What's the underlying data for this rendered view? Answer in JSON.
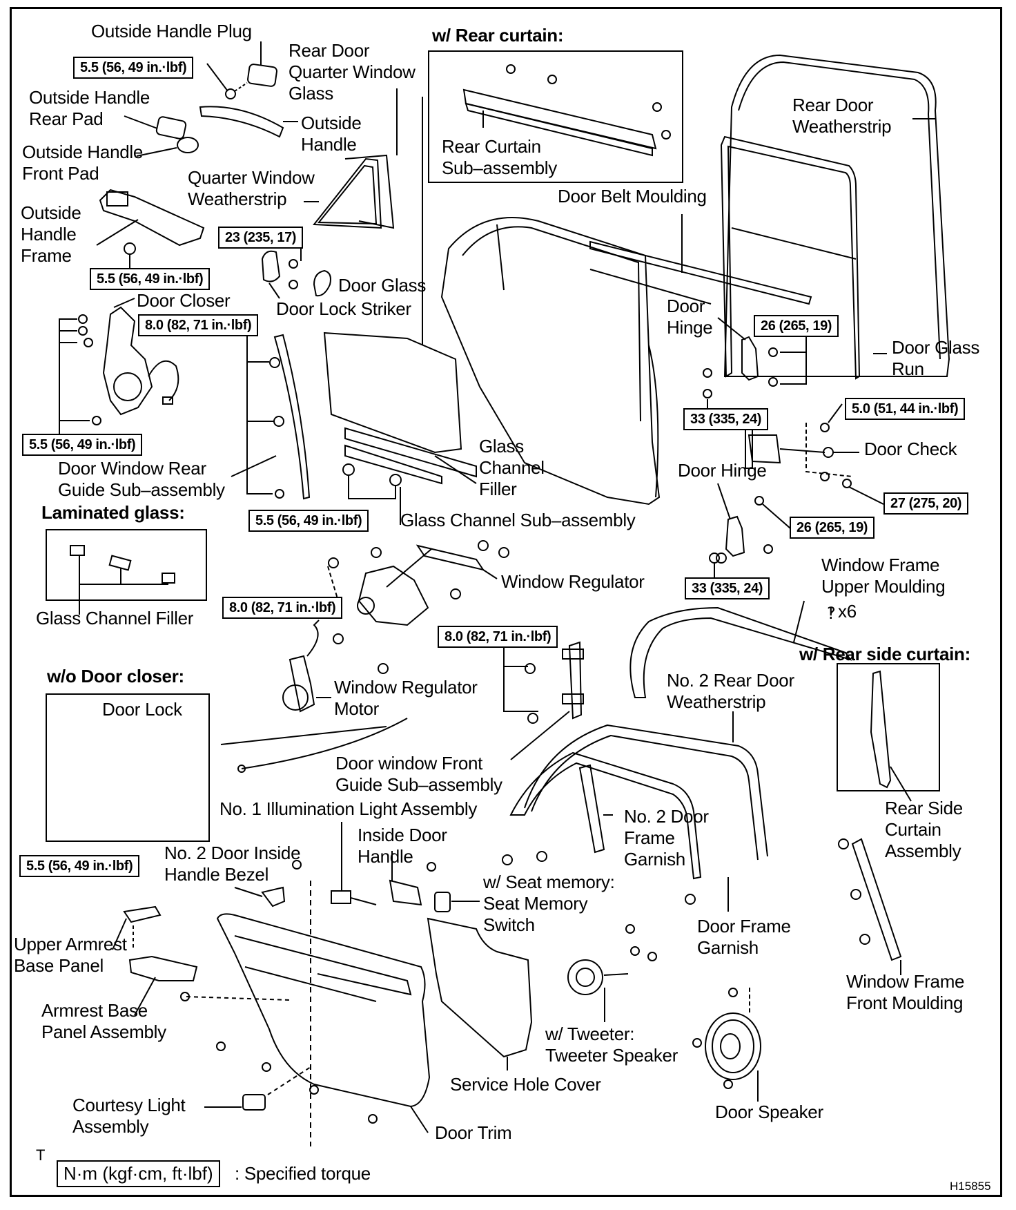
{
  "diagram": {
    "title": "Rear Door Components (Exploded View)",
    "figure_id": "H15855",
    "legend": {
      "marker": "T",
      "unit_label": "N·m (kgf·cm, ft·lbf)",
      "description": ": Specified torque"
    },
    "insets": {
      "rear_curtain": {
        "header": "w/ Rear curtain:",
        "part": "Rear Curtain\nSub–assembly"
      },
      "laminated_glass": {
        "header": "Laminated glass:",
        "part": "Glass Channel Filler"
      },
      "without_door_closer": {
        "header": "w/o Door closer:",
        "part": "Door Lock"
      },
      "rear_side_curtain": {
        "header": "w/ Rear side curtain:",
        "part": "Rear Side\nCurtain\nAssembly"
      }
    },
    "parts": {
      "outside_handle_plug": "Outside Handle Plug",
      "rear_door_quarter_window_glass": "Rear Door\nQuarter Window\nGlass",
      "outside_handle_rear_pad": "Outside Handle\nRear Pad",
      "outside_handle": "Outside\nHandle",
      "outside_handle_front_pad": "Outside Handle\nFront Pad",
      "quarter_window_weatherstrip": "Quarter Window\nWeatherstrip",
      "outside_handle_frame": "Outside\nHandle\nFrame",
      "rear_door_weatherstrip": "Rear Door\nWeatherstrip",
      "door_belt_moulding": "Door Belt Moulding",
      "door_glass": "Door Glass",
      "door_lock_striker": "Door Lock Striker",
      "door_closer": "Door Closer",
      "door_hinge_upper": "Door\nHinge",
      "door_glass_run": "Door Glass\nRun",
      "door_check": "Door Check",
      "door_hinge_lower": "Door Hinge",
      "glass_channel_filler": "Glass\nChannel\nFiller",
      "door_window_rear_guide": "Door Window Rear\nGuide Sub–assembly",
      "glass_channel_sub_assembly": "Glass Channel Sub–assembly",
      "window_regulator": "Window Regulator",
      "window_frame_upper_moulding": "Window Frame\nUpper Moulding",
      "clip_count": "x6",
      "window_regulator_motor": "Window Regulator\nMotor",
      "no2_rear_door_weatherstrip": "No. 2 Rear Door\nWeatherstrip",
      "door_window_front_guide": "Door window Front\nGuide Sub–assembly",
      "no1_illumination_light": "No. 1 Illumination Light Assembly",
      "inside_door_handle": "Inside Door\nHandle",
      "no2_door_frame_garnish": "No. 2 Door\nFrame\nGarnish",
      "no2_door_inside_handle_bezel": "No. 2 Door Inside\nHandle Bezel",
      "seat_memory_switch": "w/ Seat memory:\nSeat Memory\nSwitch",
      "door_frame_garnish": "Door Frame\nGarnish",
      "upper_armrest_base_panel": "Upper Armrest\nBase Panel",
      "armrest_base_panel_assembly": "Armrest Base\nPanel Assembly",
      "tweeter_speaker": "w/ Tweeter:\nTweeter Speaker",
      "window_frame_front_moulding": "Window Frame\nFront Moulding",
      "service_hole_cover": "Service Hole Cover",
      "courtesy_light": "Courtesy Light\nAssembly",
      "door_speaker": "Door Speaker",
      "door_trim": "Door Trim"
    },
    "torques": {
      "handle_plug": "5.5 (56, 49 in.·lbf)",
      "handle_frame": "5.5 (56, 49 in.·lbf)",
      "striker": "23 (235, 17)",
      "door_closer": "5.5 (56, 49 in.·lbf)",
      "rear_guide": "8.0 (82, 71 in.·lbf)",
      "glass_channel": "5.5 (56, 49 in.·lbf)",
      "hinge_upper_bolts": "26 (265, 19)",
      "hinge_upper_nuts": "33 (335, 24)",
      "check_nut": "5.0 (51, 44 in.·lbf)",
      "check_bolt": "27 (275, 20)",
      "hinge_lower_bolts": "26 (265, 19)",
      "hinge_lower_nuts": "33 (335, 24)",
      "regulator": "8.0 (82, 71 in.·lbf)",
      "front_guide": "8.0 (82, 71 in.·lbf)",
      "door_lock": "5.5 (56, 49 in.·lbf)"
    }
  }
}
